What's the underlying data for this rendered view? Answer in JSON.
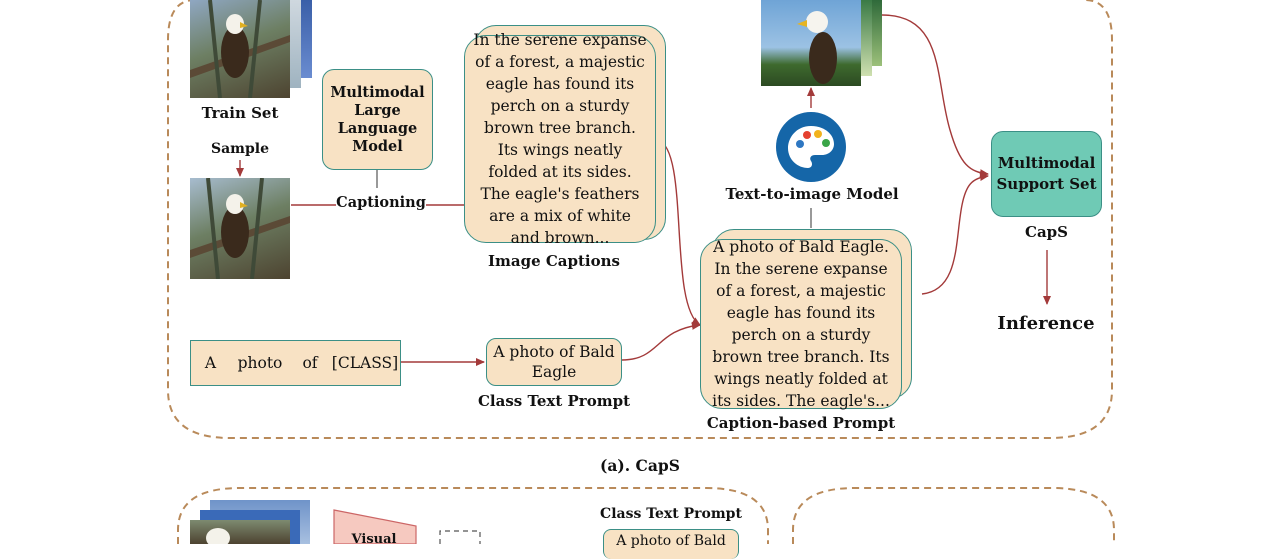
{
  "train_set_label": "Train Set",
  "sample_label": "Sample",
  "mllm_label": "Multimodal Large Language Model",
  "captioning_label": "Captioning",
  "image_caption_text": "In the serene expanse of a forest, a majestic eagle has found its perch on a sturdy brown tree branch. Its wings neatly folded at its sides. The eagle's feathers are a mix of white and brown...",
  "image_captions_label": "Image Captions",
  "t2i_label": "Text-to-image Model",
  "caption_prompt_text": "A photo of Bald Eagle. In the serene expanse of a forest, a majestic eagle has found its perch on a sturdy brown tree branch. Its wings neatly folded at its sides. The eagle's...",
  "caption_prompt_label": "Caption-based Prompt",
  "support_set_label": "Multimodal Support Set",
  "caps_label": "CapS",
  "inference_label": "Inference",
  "template_tokens": [
    "A",
    "photo",
    "of",
    "[CLASS]"
  ],
  "class_prompt_text": "A photo of Bald Eagle",
  "class_prompt_label": "Class Text Prompt",
  "panel_a_caption": "(a). CapS",
  "bottom_class_prompt_label": "Class Text Prompt",
  "bottom_class_prompt_text": "A photo of Bald",
  "visual_label": "Visual",
  "colors": {
    "box_fill": "#f8e2c4",
    "box_border": "#3b8f86",
    "support_fill": "#6fcab5",
    "arrow": "#a33a3a",
    "dashed_border": "#b98a5a",
    "encoder_fill": "#f6c9c0",
    "palette_icon_fill": "#1566a8"
  }
}
